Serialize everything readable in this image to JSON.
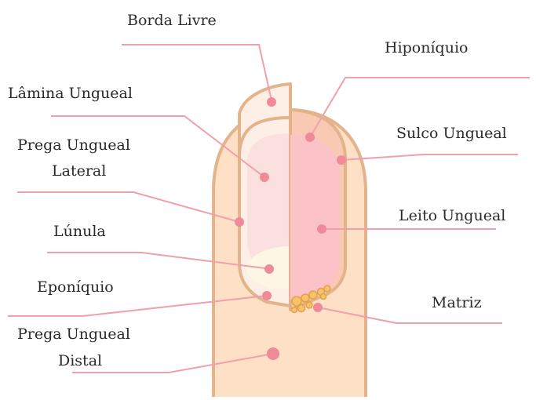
{
  "labels": {
    "borda_livre": "Borda Livre",
    "hiponiquio": "Hiponíquio",
    "lamina_ungueal": "Lâmina Ungueal",
    "sulco_ungueal": "Sulco Ungueal",
    "prega_lateral_1": "Prega Ungueal",
    "prega_lateral_2": "Lateral",
    "leito_ungueal": "Leito Ungueal",
    "lunula": "Lúnula",
    "eponiquio": "Eponíquio",
    "matriz": "Matriz",
    "prega_distal_1": "Prega Ungueal",
    "prega_distal_2": "Distal"
  },
  "colors": {
    "skin": "#fde0c6",
    "skin_outline": "#e3b48c",
    "nail_plate": "#fdeee6",
    "nail_bed": "#fbc3c8",
    "leader_line": "#f0a0aa",
    "marker": "#f08a98",
    "matrix_dots": "#f7c26a",
    "text": "#2a2a2a"
  }
}
